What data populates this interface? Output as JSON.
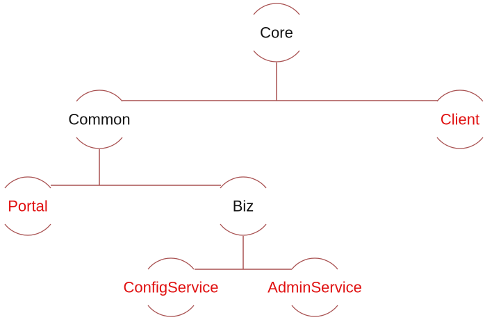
{
  "diagram": {
    "title": "Module dependency tree",
    "colors": {
      "default_text": "#111111",
      "highlight_text": "#e01010",
      "line": "#a85050"
    },
    "nodes": [
      {
        "id": "core",
        "label": "Core",
        "highlight": false
      },
      {
        "id": "common",
        "label": "Common",
        "highlight": false
      },
      {
        "id": "client",
        "label": "Client",
        "highlight": true
      },
      {
        "id": "portal",
        "label": "Portal",
        "highlight": true
      },
      {
        "id": "biz",
        "label": "Biz",
        "highlight": false
      },
      {
        "id": "configservice",
        "label": "ConfigService",
        "highlight": true
      },
      {
        "id": "adminservice",
        "label": "AdminService",
        "highlight": true
      }
    ],
    "edges": [
      [
        "core",
        "common"
      ],
      [
        "core",
        "client"
      ],
      [
        "common",
        "portal"
      ],
      [
        "common",
        "biz"
      ],
      [
        "biz",
        "configservice"
      ],
      [
        "biz",
        "adminservice"
      ]
    ]
  }
}
